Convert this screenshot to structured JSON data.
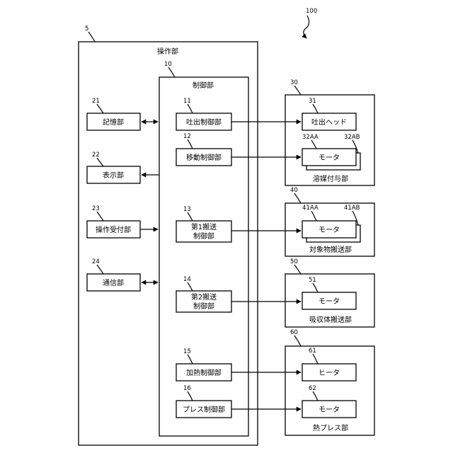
{
  "refs": {
    "system": "100",
    "operation": "5",
    "control": "10",
    "memory": "21",
    "display": "22",
    "input": "23",
    "comm": "24",
    "c11": "11",
    "c12": "12",
    "c13": "13",
    "c14": "14",
    "c15": "15",
    "c16": "16",
    "g30": "30",
    "g40": "40",
    "g50": "50",
    "g60": "60",
    "u31": "31",
    "u32aa": "32AA",
    "u32ab": "32AB",
    "u41aa": "41AA",
    "u41ab": "41AB",
    "u51": "51",
    "u61": "61",
    "u62": "62"
  },
  "labels": {
    "operation": "操作部",
    "control": "制御部",
    "memory": "記憶部",
    "display": "表示部",
    "input": "操作受付部",
    "comm": "通信部",
    "c11": "吐出制御部",
    "c12": "移動制御部",
    "c13_line1": "第1搬送",
    "c13_line2": "制御部",
    "c14_line1": "第2搬送",
    "c14_line2": "制御部",
    "c15": "加熱制御部",
    "c16": "プレス制御部",
    "g30": "溶媒付与部",
    "g40": "対象物搬送部",
    "g50": "吸収体搬送部",
    "g60": "熱プレス部",
    "u31": "吐出ヘッド",
    "u32": "モータ",
    "u41": "モータ",
    "u51": "モータ",
    "u61": "ヒータ",
    "u62": "モータ"
  }
}
